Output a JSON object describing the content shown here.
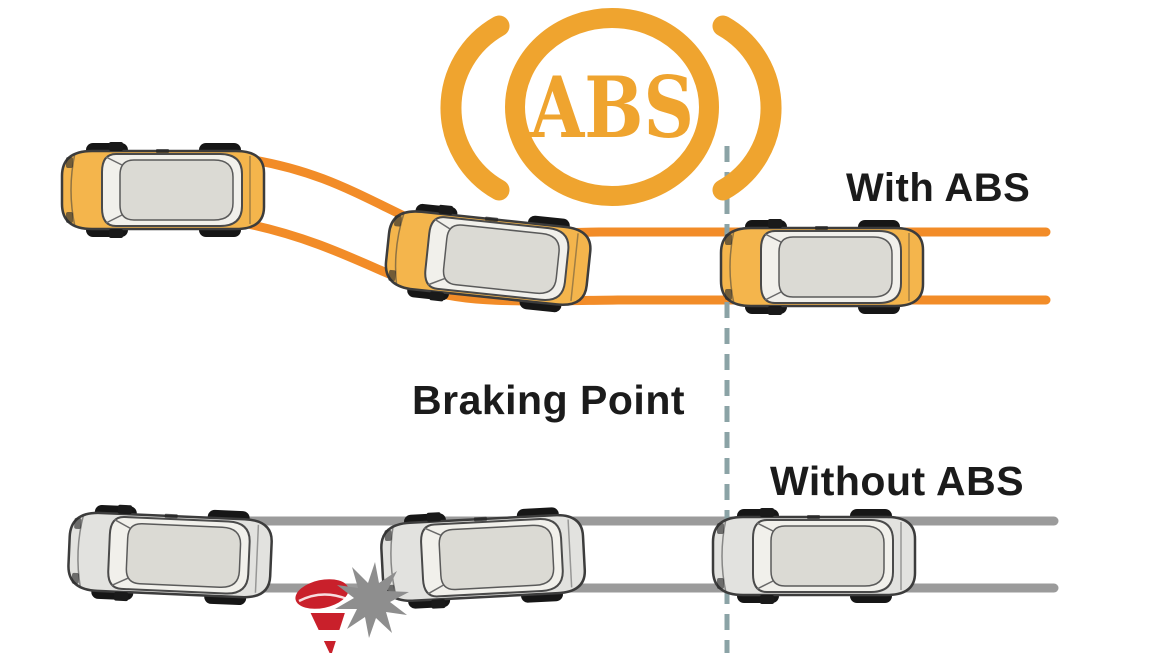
{
  "abs_indicator": {
    "label": "ABS",
    "description_icon": "abs-brake-warning-symbol"
  },
  "labels": {
    "with_abs": "With ABS",
    "braking_point": "Braking Point",
    "without_abs": "Without ABS"
  },
  "scene": {
    "with_abs_track": {
      "cars_shown": 3,
      "car_color": "yellow",
      "path_style": "swerve-curve"
    },
    "without_abs_track": {
      "cars_shown": 3,
      "car_color": "gray",
      "path_style": "straight"
    }
  },
  "icons": {
    "abs_warning": "abs-brake-warning-symbol",
    "crash": "crash-starburst-icon",
    "cone": "traffic-cone-icon",
    "car": "top-view-car-icon",
    "braking_point_line": "dashed-vertical-line"
  },
  "colors": {
    "abs_orange": "#EFA42F",
    "track_orange": "#F28C28",
    "track_gray": "#9B9B9B",
    "dashed_teal": "#8BA3A6",
    "car_yellow": "#F4B54C",
    "car_gray": "#E2E2DF",
    "car_roof": "#DBDAD4",
    "greenhouse_frame": "#F1F0EB",
    "crash_gray": "#8E8E8E",
    "cone_red": "#C9202B",
    "text_black": "#1B1B1B"
  }
}
